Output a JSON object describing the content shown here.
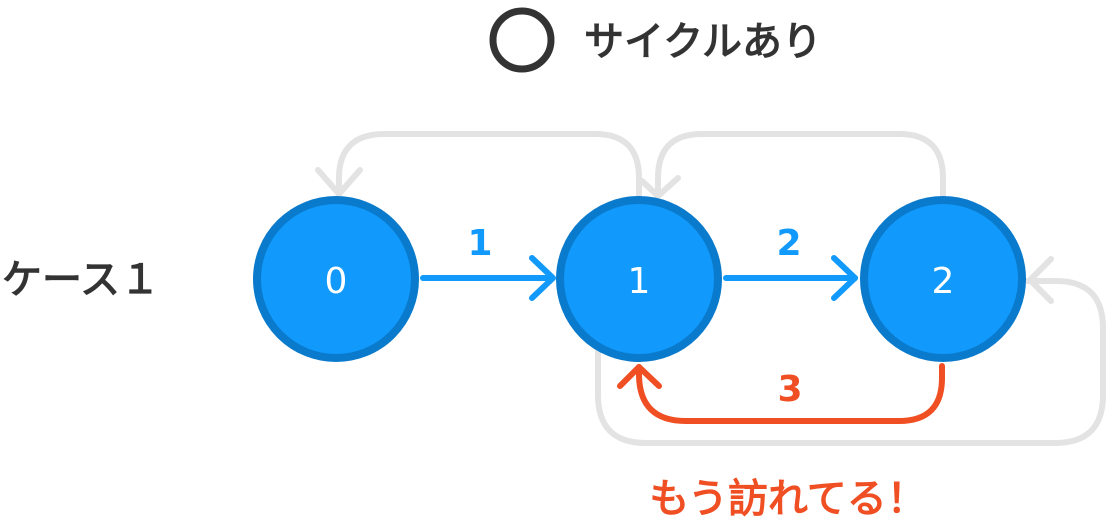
{
  "title": {
    "mark": "circle-mark",
    "text": "サイクルあり"
  },
  "case_label": "ケース１",
  "colors": {
    "node_fill": "#1199FB",
    "node_stroke": "#0A7ACC",
    "active_edge": "#1199FB",
    "back_edge": "#F04E23",
    "inactive_edge": "#E3E3E3",
    "text_dark": "#333333"
  },
  "nodes": [
    {
      "id": "0",
      "label": "0"
    },
    {
      "id": "1",
      "label": "1"
    },
    {
      "id": "2",
      "label": "2"
    }
  ],
  "edges": [
    {
      "from": "0",
      "to": "1",
      "label": "1",
      "style": "active"
    },
    {
      "from": "1",
      "to": "2",
      "label": "2",
      "style": "active"
    },
    {
      "from": "2",
      "to": "1",
      "label": "3",
      "style": "back"
    },
    {
      "from": "1",
      "to": "0",
      "label": "",
      "style": "inactive"
    },
    {
      "from": "2",
      "to": "1",
      "label": "",
      "style": "inactive"
    },
    {
      "from": "1",
      "to": "2",
      "label": "",
      "style": "inactive"
    }
  ],
  "note": "もう訪れてる！"
}
